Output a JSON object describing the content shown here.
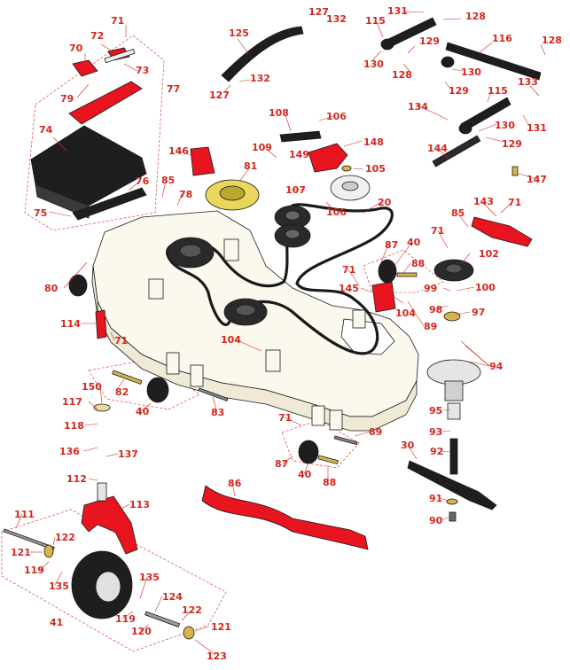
{
  "colors": {
    "callout": "#d4271f",
    "red_part": "#e8141f",
    "black_part": "#1e1e1e",
    "deck": "#fbf8ee",
    "brass": "#d8b54a",
    "outline": "#1a1a1a",
    "leader": "#d4271f"
  },
  "callouts": [
    {
      "id": "c71a",
      "text": "71"
    },
    {
      "id": "c72",
      "text": "72"
    },
    {
      "id": "c70",
      "text": "70"
    },
    {
      "id": "c73",
      "text": "73"
    },
    {
      "id": "c79",
      "text": "79"
    },
    {
      "id": "c77",
      "text": "77"
    },
    {
      "id": "c74",
      "text": "74"
    },
    {
      "id": "c76",
      "text": "76"
    },
    {
      "id": "c75",
      "text": "75"
    },
    {
      "id": "c125",
      "text": "125"
    },
    {
      "id": "c127a",
      "text": "127"
    },
    {
      "id": "c132a",
      "text": "132"
    },
    {
      "id": "c127b",
      "text": "127"
    },
    {
      "id": "c132b",
      "text": "132"
    },
    {
      "id": "c131a",
      "text": "131"
    },
    {
      "id": "c115a",
      "text": "115"
    },
    {
      "id": "c128a",
      "text": "128"
    },
    {
      "id": "c129a",
      "text": "129"
    },
    {
      "id": "c116",
      "text": "116"
    },
    {
      "id": "c128b",
      "text": "128"
    },
    {
      "id": "c130a",
      "text": "130"
    },
    {
      "id": "c128c",
      "text": "128"
    },
    {
      "id": "c130b",
      "text": "130"
    },
    {
      "id": "c129b",
      "text": "129"
    },
    {
      "id": "c134",
      "text": "134"
    },
    {
      "id": "c115b",
      "text": "115"
    },
    {
      "id": "c133",
      "text": "133"
    },
    {
      "id": "c130c",
      "text": "130"
    },
    {
      "id": "c131b",
      "text": "131"
    },
    {
      "id": "c129c",
      "text": "129"
    },
    {
      "id": "c108",
      "text": "108"
    },
    {
      "id": "c106a",
      "text": "106"
    },
    {
      "id": "c148",
      "text": "148"
    },
    {
      "id": "c109",
      "text": "109"
    },
    {
      "id": "c149",
      "text": "149"
    },
    {
      "id": "c105",
      "text": "105"
    },
    {
      "id": "c146",
      "text": "146"
    },
    {
      "id": "c81",
      "text": "81"
    },
    {
      "id": "c107",
      "text": "107"
    },
    {
      "id": "c106b",
      "text": "106"
    },
    {
      "id": "c144",
      "text": "144"
    },
    {
      "id": "c147",
      "text": "147"
    },
    {
      "id": "c85a",
      "text": "85"
    },
    {
      "id": "c78",
      "text": "78"
    },
    {
      "id": "c20",
      "text": "20"
    },
    {
      "id": "c143",
      "text": "143"
    },
    {
      "id": "c85b",
      "text": "85"
    },
    {
      "id": "c71b",
      "text": "71"
    },
    {
      "id": "c71c",
      "text": "71"
    },
    {
      "id": "c87a",
      "text": "87"
    },
    {
      "id": "c40a",
      "text": "40"
    },
    {
      "id": "c102",
      "text": "102"
    },
    {
      "id": "c88a",
      "text": "88"
    },
    {
      "id": "c80",
      "text": "80"
    },
    {
      "id": "c71d",
      "text": "71"
    },
    {
      "id": "c145",
      "text": "145"
    },
    {
      "id": "c99",
      "text": "99"
    },
    {
      "id": "c100",
      "text": "100"
    },
    {
      "id": "c98",
      "text": "98"
    },
    {
      "id": "c104a",
      "text": "104"
    },
    {
      "id": "c97",
      "text": "97"
    },
    {
      "id": "c89a",
      "text": "89"
    },
    {
      "id": "c114",
      "text": "114"
    },
    {
      "id": "c71e",
      "text": "71"
    },
    {
      "id": "c104b",
      "text": "104"
    },
    {
      "id": "c94",
      "text": "94"
    },
    {
      "id": "c150",
      "text": "150"
    },
    {
      "id": "c82",
      "text": "82"
    },
    {
      "id": "c117",
      "text": "117"
    },
    {
      "id": "c40b",
      "text": "40"
    },
    {
      "id": "c83",
      "text": "83"
    },
    {
      "id": "c95",
      "text": "95"
    },
    {
      "id": "c118",
      "text": "118"
    },
    {
      "id": "c71f",
      "text": "71"
    },
    {
      "id": "c93",
      "text": "93"
    },
    {
      "id": "c89b",
      "text": "89"
    },
    {
      "id": "c136",
      "text": "136"
    },
    {
      "id": "c137",
      "text": "137"
    },
    {
      "id": "c30",
      "text": "30"
    },
    {
      "id": "c92",
      "text": "92"
    },
    {
      "id": "c87b",
      "text": "87"
    },
    {
      "id": "c112",
      "text": "112"
    },
    {
      "id": "c40c",
      "text": "40"
    },
    {
      "id": "c88b",
      "text": "88"
    },
    {
      "id": "c86",
      "text": "86"
    },
    {
      "id": "c113",
      "text": "113"
    },
    {
      "id": "c91",
      "text": "91"
    },
    {
      "id": "c90",
      "text": "90"
    },
    {
      "id": "c111",
      "text": "111"
    },
    {
      "id": "c122a",
      "text": "122"
    },
    {
      "id": "c121a",
      "text": "121"
    },
    {
      "id": "c119a",
      "text": "119"
    },
    {
      "id": "c135a",
      "text": "135"
    },
    {
      "id": "c135b",
      "text": "135"
    },
    {
      "id": "c124",
      "text": "124"
    },
    {
      "id": "c41",
      "text": "41"
    },
    {
      "id": "c119b",
      "text": "119"
    },
    {
      "id": "c122b",
      "text": "122"
    },
    {
      "id": "c120",
      "text": "120"
    },
    {
      "id": "c121b",
      "text": "121"
    },
    {
      "id": "c123",
      "text": "123"
    }
  ]
}
